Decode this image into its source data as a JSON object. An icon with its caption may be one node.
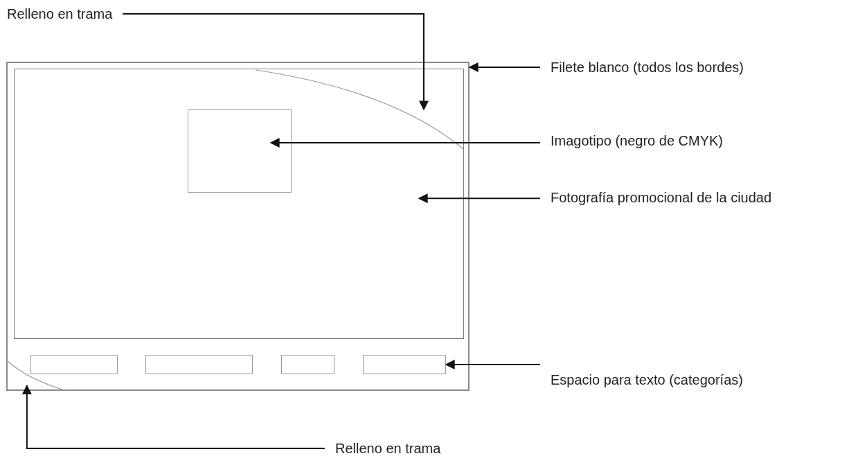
{
  "diagram": {
    "nodes": [
      {
        "text": [
          "Relleno en trama"
        ]
      },
      {
        "text": [
          "Filete blanco (todos los bordes)"
        ]
      },
      {
        "text": [
          "Imagotipo (negro de CMYK)"
        ]
      },
      {
        "text": [
          "Fotografía promocional de la ciudad"
        ]
      },
      {
        "text": [
          "Espacio para texto (categorías)"
        ]
      },
      {
        "text": [
          "Relleno en trama"
        ]
      },
      {
        "text": [],
        "shape": "box"
      },
      {
        "text": [],
        "shape": "box",
        "in": 6
      },
      {
        "text": [],
        "shape": "wedge",
        "in": 7
      },
      {
        "text": [],
        "shape": "box",
        "in": 7
      },
      {
        "text": [],
        "shape": "box",
        "in": 6
      },
      {
        "text": [],
        "shape": "box",
        "in": 6
      },
      {
        "text": [],
        "shape": "box",
        "in": 6
      },
      {
        "text": [],
        "shape": "box",
        "in": 6
      },
      {
        "text": [],
        "shape": "wedge",
        "in": 6
      }
    ],
    "edges": [
      {
        "from": 0,
        "to": 8,
        "arrow": "to"
      },
      {
        "from": 1,
        "to": 6,
        "arrow": "to"
      },
      {
        "from": 2,
        "to": 9,
        "arrow": "to"
      },
      {
        "from": 3,
        "to": 7,
        "arrow": "to"
      },
      {
        "from": 4,
        "to": 13,
        "arrow": "to"
      },
      {
        "from": 5,
        "to": 14,
        "arrow": "to"
      }
    ]
  }
}
